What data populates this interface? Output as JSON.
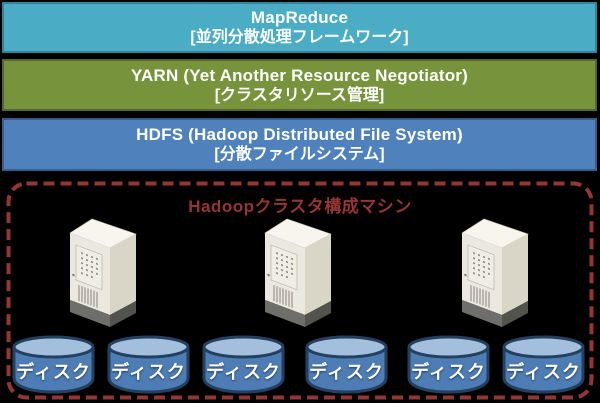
{
  "diagram": {
    "background": "#000000",
    "layers": [
      {
        "name": "MapReduce",
        "label": "MapReduce",
        "sublabel": "[並列分散処理フレームワーク]",
        "fill": "#4BACC6",
        "border": "#31849B"
      },
      {
        "name": "YARN",
        "label": "YARN (Yet Another Resource Negotiator)",
        "sublabel": "[クラスタリソース管理]",
        "fill": "#77933C",
        "border": "#55682C"
      },
      {
        "name": "HDFS",
        "label": "HDFS (Hadoop Distributed File System)",
        "sublabel": "[分散ファイルシステム]",
        "fill": "#4F81BD",
        "border": "#385D8A"
      }
    ],
    "cluster": {
      "title": "Hadoopクラスタ構成マシン",
      "title_color": "#943634",
      "border_color": "#943634",
      "server_count": 3,
      "server_icon": "server-tower-icon",
      "disks": [
        {
          "label": "ディスク"
        },
        {
          "label": "ディスク"
        },
        {
          "label": "ディスク"
        },
        {
          "label": "ディスク"
        },
        {
          "label": "ディスク"
        },
        {
          "label": "ディスク"
        }
      ],
      "disk_colors": {
        "body": "#4E7DB5",
        "top": "#A4BFDD",
        "outline": "#24405F",
        "label_text": "#FFFFFF"
      }
    }
  }
}
